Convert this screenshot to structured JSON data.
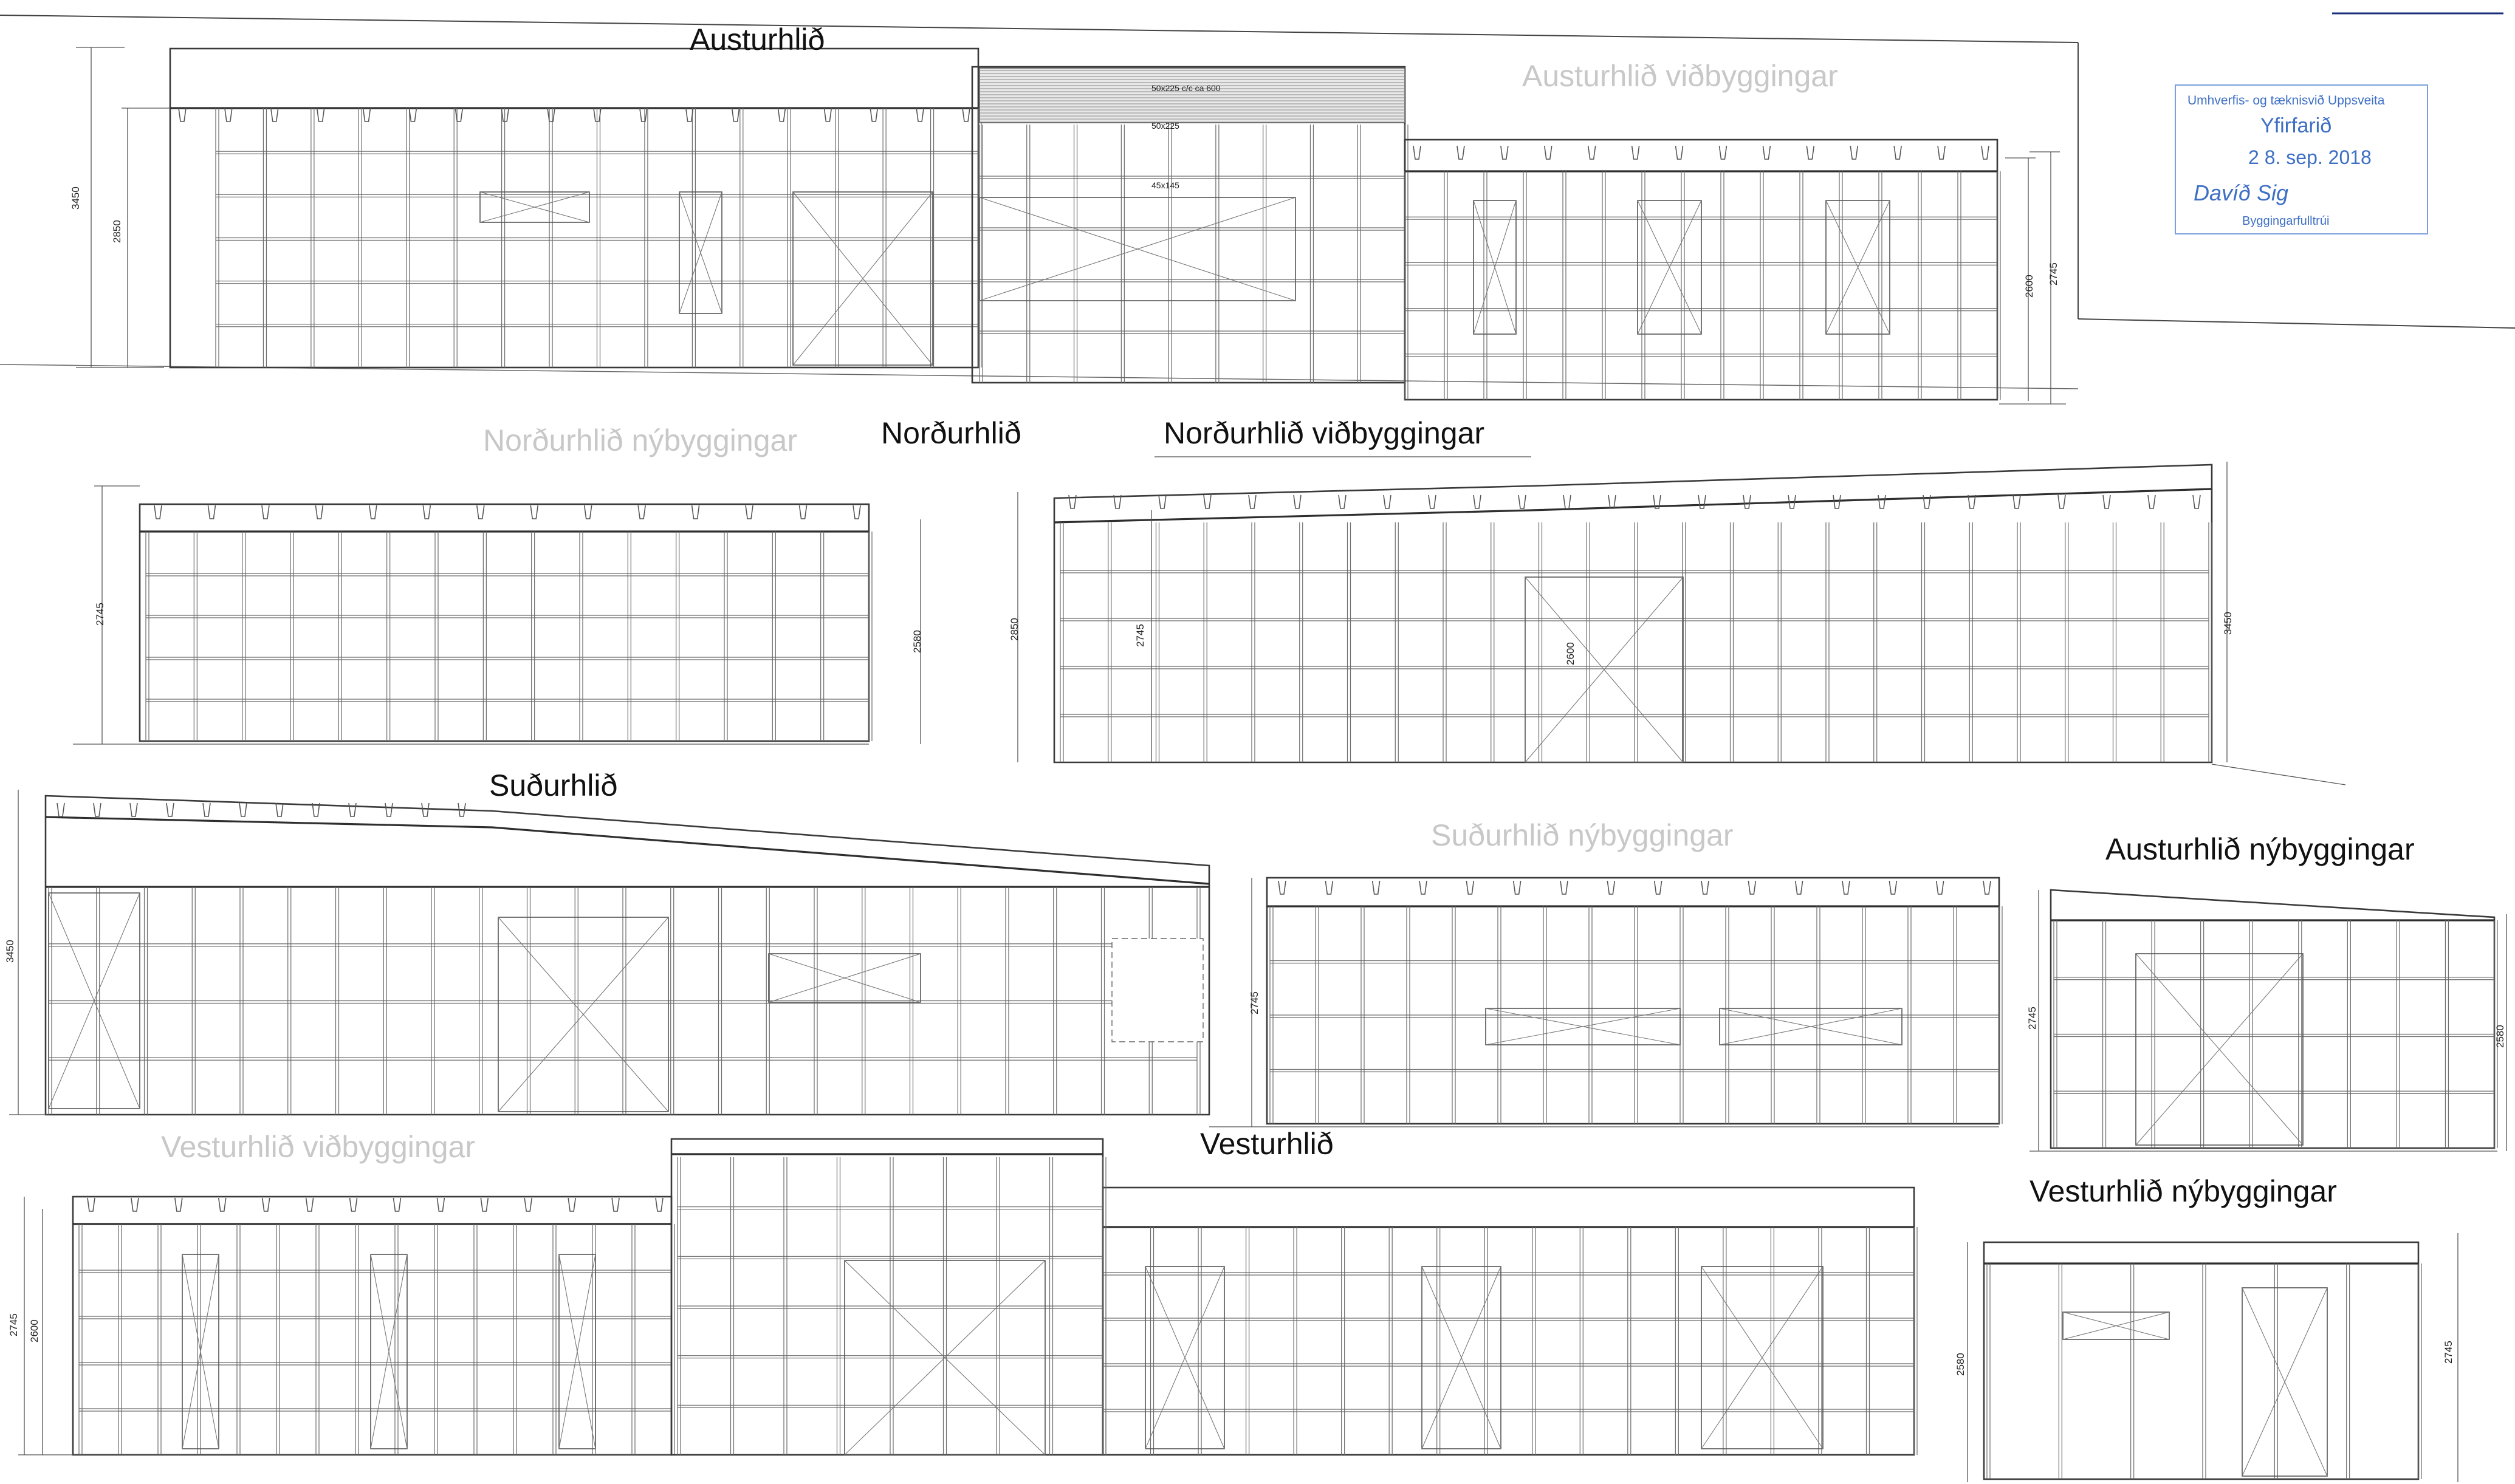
{
  "titles": {
    "austurhlid": "Austurhlið",
    "austurhlid_vidbyggingar": "Austurhlið viðbyggingar",
    "nordurhlid_nybyggingar": "Norðurhlið nýbyggingar",
    "nordurhlid": "Norðurhlið",
    "nordurhlid_vidbyggingar": "Norðurhlið viðbyggingar",
    "sudurhlid": "Suðurhlið",
    "sudurhlid_nybyggingar": "Suðurhlið nýbyggingar",
    "austurhlid_nybyggingar": "Austurhlið nýbyggingar",
    "vesturhlid_vidbyggingar": "Vesturhlið viðbyggingar",
    "vesturhlid": "Vesturhlið",
    "vesturhlid_nybyggingar": "Vesturhlið nýbyggingar"
  },
  "annotations": {
    "rafters": "50x225 c/c ca 600",
    "joist": "50x225",
    "stud": "45x145"
  },
  "dimensions": {
    "d3450": "3450",
    "d2850": "2850",
    "d2745": "2745",
    "d2600": "2600",
    "d2580": "2580"
  },
  "stamp": {
    "department": "Umhverfis- og tæknisvið Uppsveita",
    "status": "Yfirfarið",
    "date": "2 8. sep. 2018",
    "signature": "Davíð Sig",
    "role": "Byggingarfulltrúi"
  },
  "colors": {
    "linework": "#3a3a3a",
    "stamp_ink": "#3d6fc4",
    "ghost_title": "#c8c8c8"
  }
}
